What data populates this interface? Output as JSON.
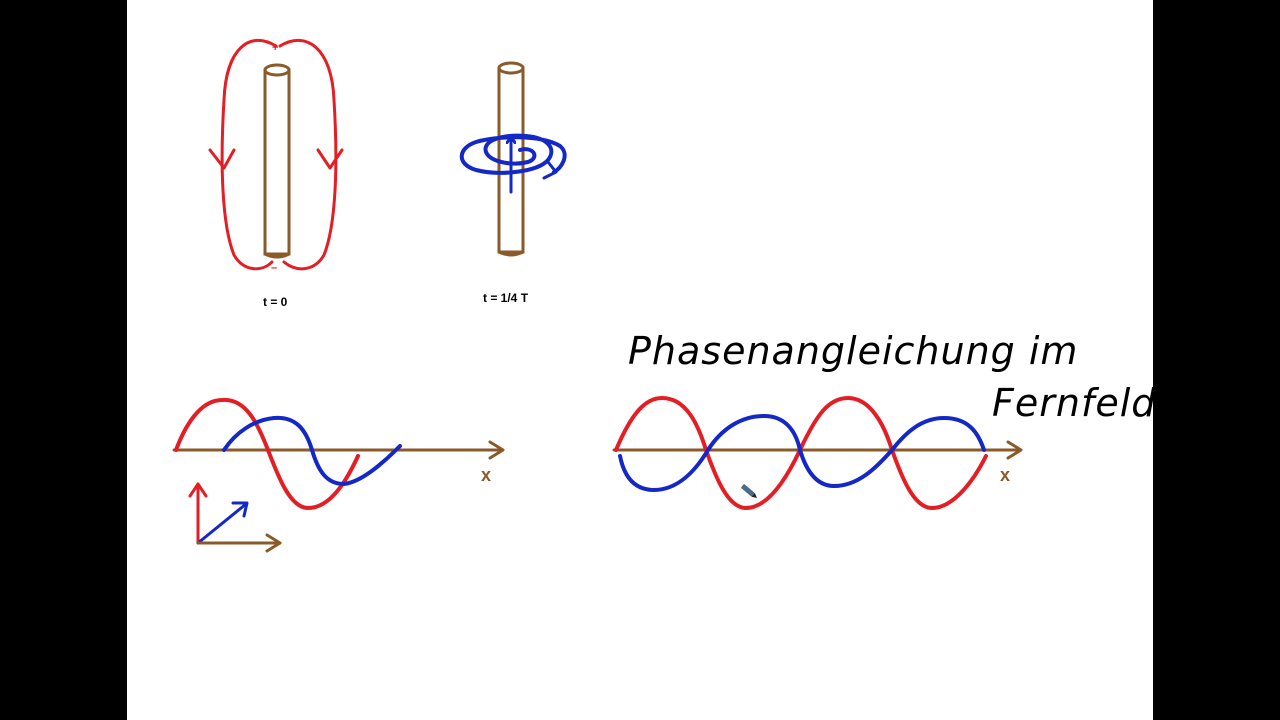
{
  "labels": {
    "t0": "t = 0",
    "t_quarter": "t = 1/4 T",
    "plus": "+",
    "minus": "–"
  },
  "axis_labels": {
    "x_left": "x",
    "x_right": "x"
  },
  "handwriting": {
    "line1": "Phasenangleichung im",
    "line2": "Fernfeld"
  },
  "colors": {
    "e_field": "#e31e24",
    "b_field": "#1428c8",
    "antenna": "#8b5a2b",
    "axis": "#8b5a2b",
    "pen": "#000000"
  },
  "icons": {
    "pen_cursor": "pen-icon"
  }
}
